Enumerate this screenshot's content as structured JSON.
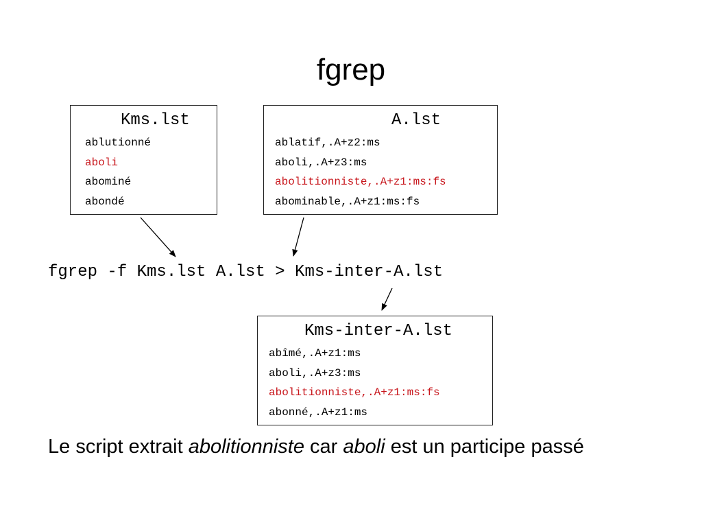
{
  "slide": {
    "title": "fgrep",
    "kms_box": {
      "header": "Kms.lst",
      "items": [
        {
          "text": "ablutionné",
          "highlight": false
        },
        {
          "text": "aboli",
          "highlight": true
        },
        {
          "text": "abominé",
          "highlight": false
        },
        {
          "text": "abondé",
          "highlight": false
        }
      ]
    },
    "a_box": {
      "header": "A.lst",
      "items": [
        {
          "text": "ablatif,.A+z2:ms",
          "highlight": false
        },
        {
          "text": "aboli,.A+z3:ms",
          "highlight": false
        },
        {
          "text": "abolitionniste,.A+z1:ms:fs",
          "highlight": true
        },
        {
          "text": "abominable,.A+z1:ms:fs",
          "highlight": false
        }
      ]
    },
    "command": "fgrep -f Kms.lst A.lst > Kms-inter-A.lst",
    "inter_box": {
      "header": "Kms-inter-A.lst",
      "items": [
        {
          "text": "abîmé,.A+z1:ms",
          "highlight": false
        },
        {
          "text": "aboli,.A+z3:ms",
          "highlight": false
        },
        {
          "text": "abolitionniste,.A+z1:ms:fs",
          "highlight": true
        },
        {
          "text": "abonné,.A+z1:ms",
          "highlight": false
        }
      ]
    },
    "caption": {
      "part1": "Le script extrait ",
      "em1": "abolitionniste",
      "part2": " car ",
      "em2": "aboli",
      "part3": " est un participe passé"
    },
    "highlight_color": "#c8171d"
  }
}
